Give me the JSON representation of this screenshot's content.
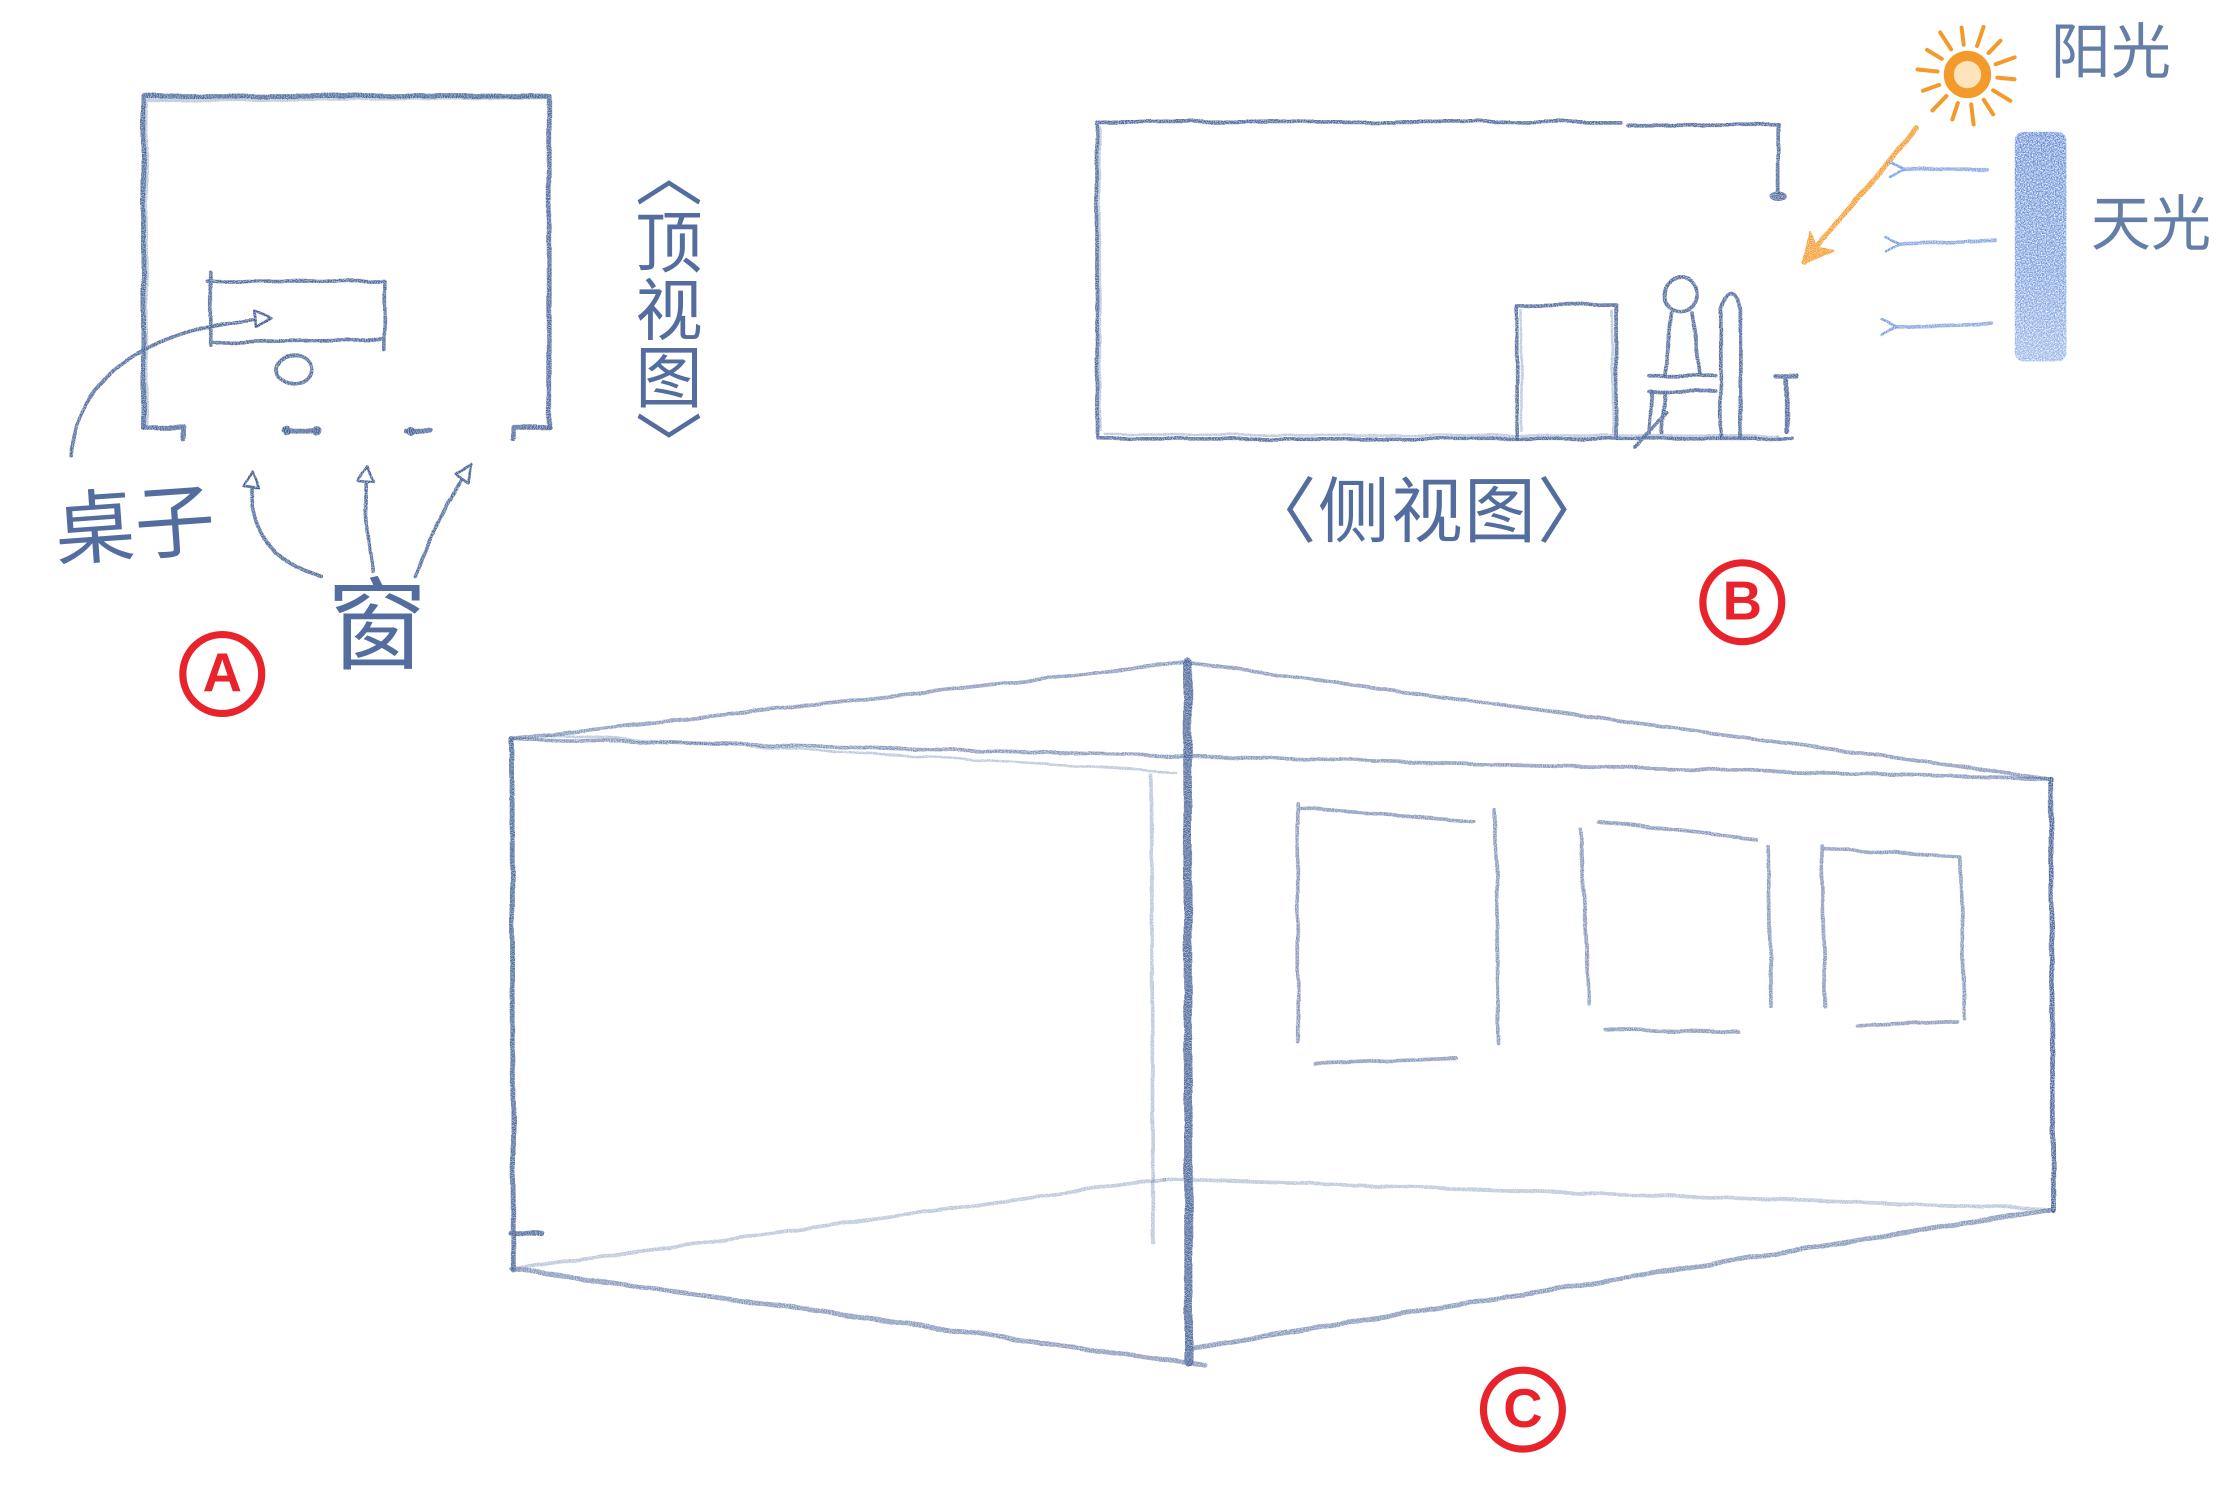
{
  "top_view": {
    "title": "〈顶视图〉",
    "desk_label": "桌子",
    "window_label": "窗",
    "marker": "A"
  },
  "side_view": {
    "title": "〈侧视图〉",
    "sunlight_label": "阳光",
    "skylight_label": "天光",
    "marker": "B"
  },
  "perspective_view": {
    "marker": "C"
  },
  "colors": {
    "pencil": "#2f4d8a",
    "sunlight": "#f39a2b",
    "skylight": "#6d94dc",
    "marker": "#e8232b"
  },
  "icons": {
    "sun": "sun-icon",
    "person": "seated-person-icon"
  }
}
